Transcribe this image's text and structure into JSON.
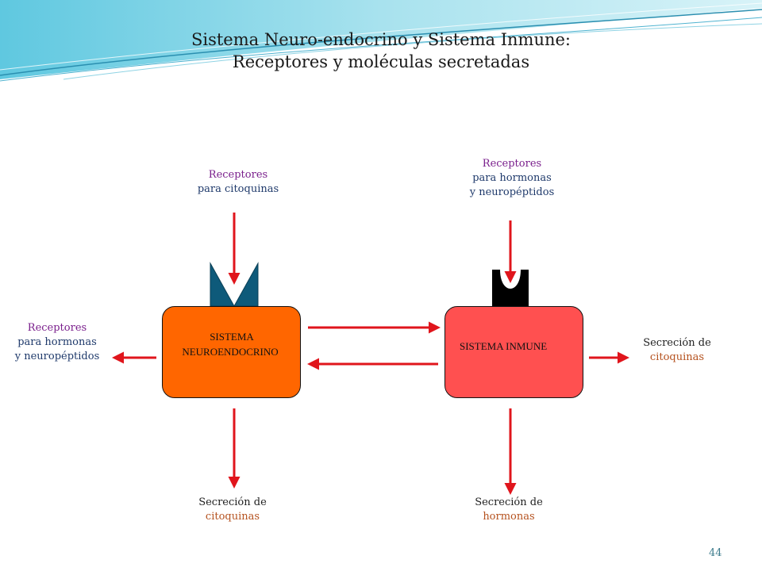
{
  "title": {
    "line1": "Sistema Neuro-endocrino y Sistema Inmune:",
    "line2": "Receptores y moléculas secretadas"
  },
  "boxes": {
    "neuro": {
      "line1": "SISTEMA",
      "line2": "NEUROENDOCRINO",
      "color": "#ff6600"
    },
    "inmune": {
      "label": "SISTEMA INMUNE",
      "color": "#ff5050"
    }
  },
  "labels": {
    "receptores_citoquinas": {
      "line1": "Receptores",
      "line2": "para citoquinas"
    },
    "receptores_hormonas_top": {
      "line1": "Receptores",
      "line2": "para hormonas",
      "line3": "y neuropéptidos"
    },
    "receptores_hormonas_left": {
      "line1": "Receptores",
      "line2": "para hormonas",
      "line3": "y neuropéptidos"
    },
    "secrecion_citoquinas_right": {
      "line1": "Secreción de",
      "line2": "citoquinas"
    },
    "secrecion_citoquinas_bottom": {
      "line1": "Secreción de",
      "line2": "citoquinas"
    },
    "secrecion_hormonas_bottom": {
      "line1": "Secreción de",
      "line2": "hormonas"
    }
  },
  "colors": {
    "arrow": "#e0151c",
    "receptor_v": "#0e5a7a",
    "receptor_u": "#000000"
  },
  "page_number": "44"
}
